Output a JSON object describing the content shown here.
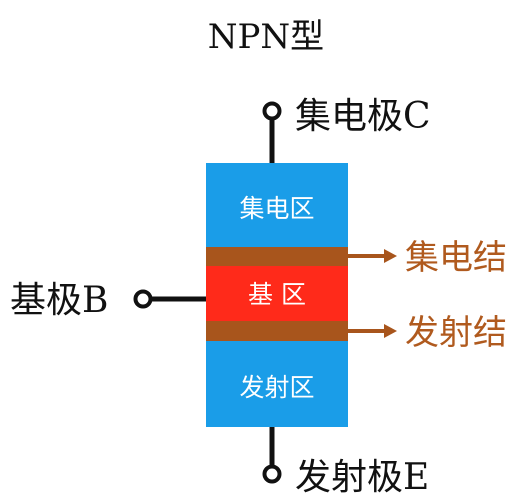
{
  "title": "NPN型",
  "terminals": {
    "collector": "集电极C",
    "base": "基极B",
    "emitter": "发射极E"
  },
  "regions": {
    "collector": "集电区",
    "base": "基 区",
    "emitter": "发射区"
  },
  "junctions": {
    "collector": "集电结",
    "emitter": "发射结"
  },
  "colors": {
    "collector_region": "#1a9de8",
    "base_region": "#ff2a1a",
    "emitter_region": "#1a9de8",
    "junction_band": "#a8551c",
    "junction_arrow": "#a8551c",
    "junction_text": "#b05a1e",
    "wire": "#111111",
    "region_text": "#ffffff",
    "label_text": "#111111"
  }
}
